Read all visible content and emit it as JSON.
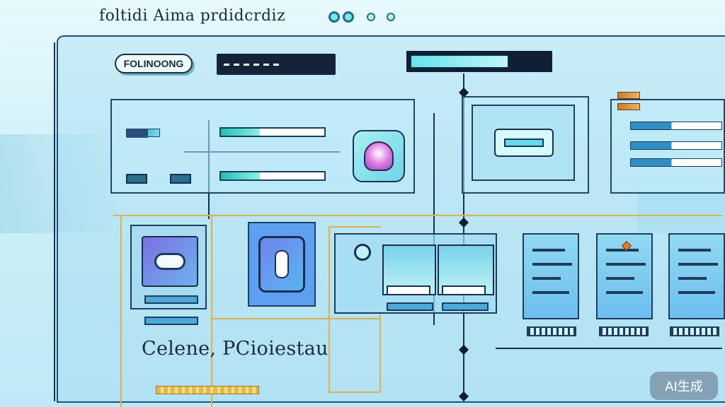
{
  "header": {
    "title": "foltidi Aima prdidcrdiz",
    "icons": [
      "status-dot-icon",
      "status-dot-icon",
      "status-dot-icon",
      "status-dot-icon"
    ]
  },
  "toolbar": {
    "logo_text": "FOLINOONG",
    "dark_bar_icon": "menu-icon",
    "search_icon": "search-icon"
  },
  "controls": {
    "slider_1_level": 0.38,
    "slider_2_level": 0.38,
    "right_slider_levels": [
      0.45,
      0.45,
      0.45
    ]
  },
  "caption": {
    "text": "Celene, PCioiestau"
  },
  "watermark": {
    "text": "AI生成"
  },
  "colors": {
    "accent": "#20bfbc",
    "frame": "#21507e",
    "connector": "#dbb14d",
    "orange": "#e87a2a",
    "device": "#7b6fe0"
  }
}
